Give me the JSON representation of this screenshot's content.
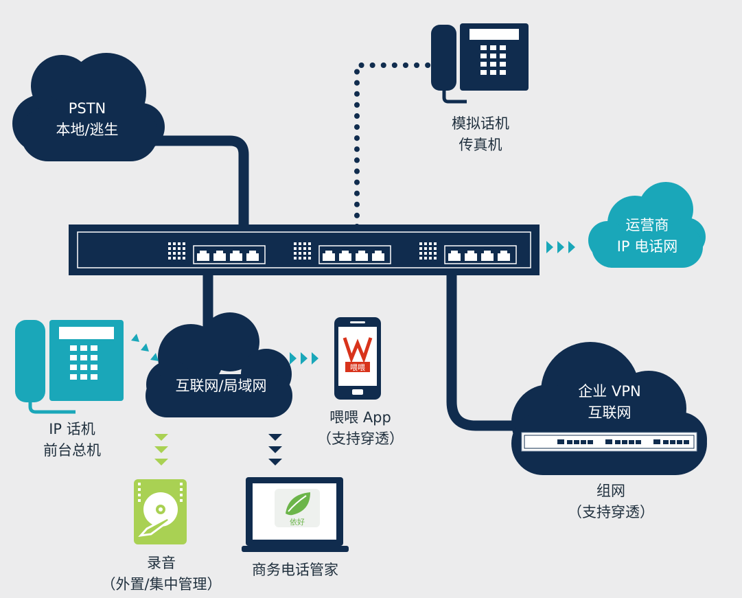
{
  "colors": {
    "navy": "#102c4e",
    "teal": "#1aa7b9",
    "green": "#a9d153",
    "background": "#ececed",
    "app_red": "#d8331b",
    "leaf_green": "#6cb54a"
  },
  "icons": {
    "analog_phone": "desk-phone-icon",
    "ip_phone": "ip-desk-phone-icon",
    "mobile_app": "smartphone-icon",
    "recording": "hard-drive-icon",
    "manager": "laptop-icon",
    "switch": "network-switch-icon"
  },
  "nodes": {
    "pstn": {
      "line1": "PSTN",
      "line2": "本地/逃生"
    },
    "analog": {
      "line1": "模拟话机",
      "line2": "传真机"
    },
    "carrier": {
      "line1": "运营商",
      "line2": "IP 电话网"
    },
    "internet": {
      "line1": "互联网/局域网"
    },
    "ip_phone": {
      "line1": "IP 话机",
      "line2": "前台总机"
    },
    "app": {
      "line1": "喂喂 App",
      "line2": "（支持穿透）",
      "screen_text": "喂喂"
    },
    "vpn": {
      "line1": "企业 VPN",
      "line2": "互联网"
    },
    "vpn_network": {
      "line1": "组网",
      "line2": "（支持穿透）"
    },
    "recording": {
      "line1": "录音",
      "line2": "（外置/集中管理）"
    },
    "manager": {
      "line1": "商务电话管家",
      "screen_text": "依好"
    }
  }
}
